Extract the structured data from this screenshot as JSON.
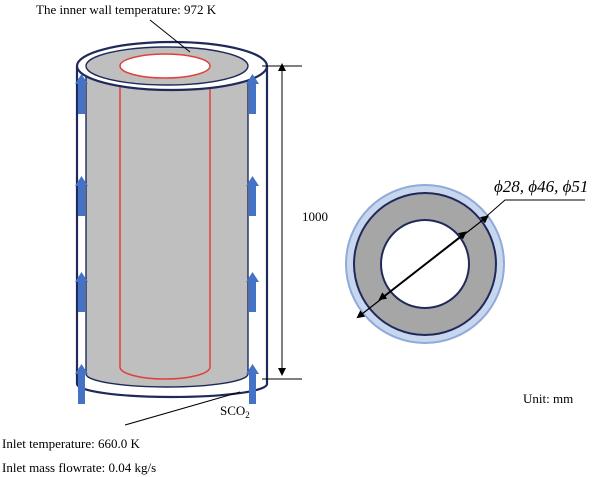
{
  "labels": {
    "inner_wall_temperature": "The inner wall temperature: 972 K",
    "length": "1000",
    "fluid_base": "SCO",
    "fluid_subscript": "2",
    "diameters": "ϕ28, ϕ46, ϕ51",
    "unit": "Unit: mm",
    "inlet_temperature": "Inlet temperature: 660.0 K",
    "inlet_mass_flowrate": "Inlet mass flowrate: 0.04 kg/s"
  },
  "colors": {
    "annulus_fill": "#bfbfbf",
    "outer_stroke": "#1f2a5a",
    "inner_wall": "#e0403a",
    "flow_arrow": "#4472c4",
    "outer_ring_fill": "#c9d7ee",
    "outer_ring_stroke": "#8faadc",
    "section_gray": "#a6a6a6"
  },
  "icons": [
    "flow-arrow-icon",
    "dimension-arrow-icon"
  ]
}
